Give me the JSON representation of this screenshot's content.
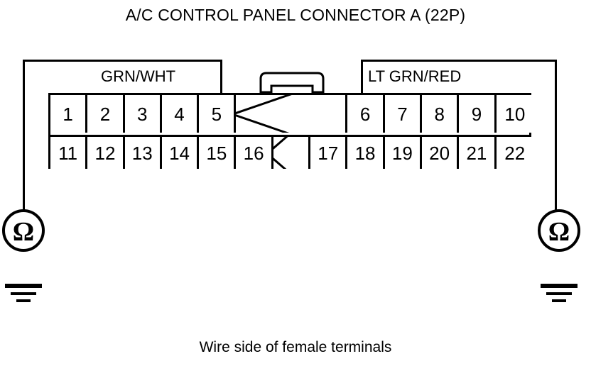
{
  "diagram": {
    "title": "A/C CONTROL PANEL CONNECTOR A (22P)",
    "caption": "Wire side of female terminals",
    "line_color": "#000000",
    "background_color": "#ffffff"
  },
  "wire_labels": {
    "left": "GRN/WHT",
    "right": "LT GRN/RED"
  },
  "connector": {
    "name": "A/C CONTROL PANEL CONNECTOR A",
    "pin_count": "22P",
    "rows": [
      {
        "id": "top-row",
        "cells": [
          {
            "type": "terminal",
            "label": "1"
          },
          {
            "type": "terminal",
            "label": "2"
          },
          {
            "type": "terminal",
            "label": "3"
          },
          {
            "type": "terminal",
            "label": "4"
          },
          {
            "type": "terminal",
            "label": "5"
          },
          {
            "type": "blank-wide",
            "label": ""
          },
          {
            "type": "terminal",
            "label": "6"
          },
          {
            "type": "terminal",
            "label": "7"
          },
          {
            "type": "terminal",
            "label": "8"
          },
          {
            "type": "terminal",
            "label": "9"
          },
          {
            "type": "terminal",
            "label": "10"
          }
        ]
      },
      {
        "id": "bottom-row",
        "cells": [
          {
            "type": "terminal",
            "label": "11"
          },
          {
            "type": "terminal",
            "label": "12"
          },
          {
            "type": "terminal",
            "label": "13"
          },
          {
            "type": "terminal",
            "label": "14"
          },
          {
            "type": "terminal",
            "label": "15"
          },
          {
            "type": "terminal",
            "label": "16"
          },
          {
            "type": "blank-one",
            "label": ""
          },
          {
            "type": "terminal",
            "label": "17"
          },
          {
            "type": "terminal",
            "label": "18"
          },
          {
            "type": "terminal",
            "label": "19"
          },
          {
            "type": "terminal",
            "label": "20"
          },
          {
            "type": "terminal",
            "label": "21"
          },
          {
            "type": "terminal",
            "label": "22"
          }
        ]
      }
    ]
  },
  "instruments": [
    {
      "id": "ohmmeter-left",
      "symbol": "ohm",
      "glyph": "Ω",
      "ground": true
    },
    {
      "id": "ohmmeter-right",
      "symbol": "ohm",
      "glyph": "Ω",
      "ground": true
    }
  ],
  "icons": {
    "ohmmeter": "ohmmeter-icon",
    "ground": "ground-icon",
    "latch": "connector-latch-icon"
  }
}
